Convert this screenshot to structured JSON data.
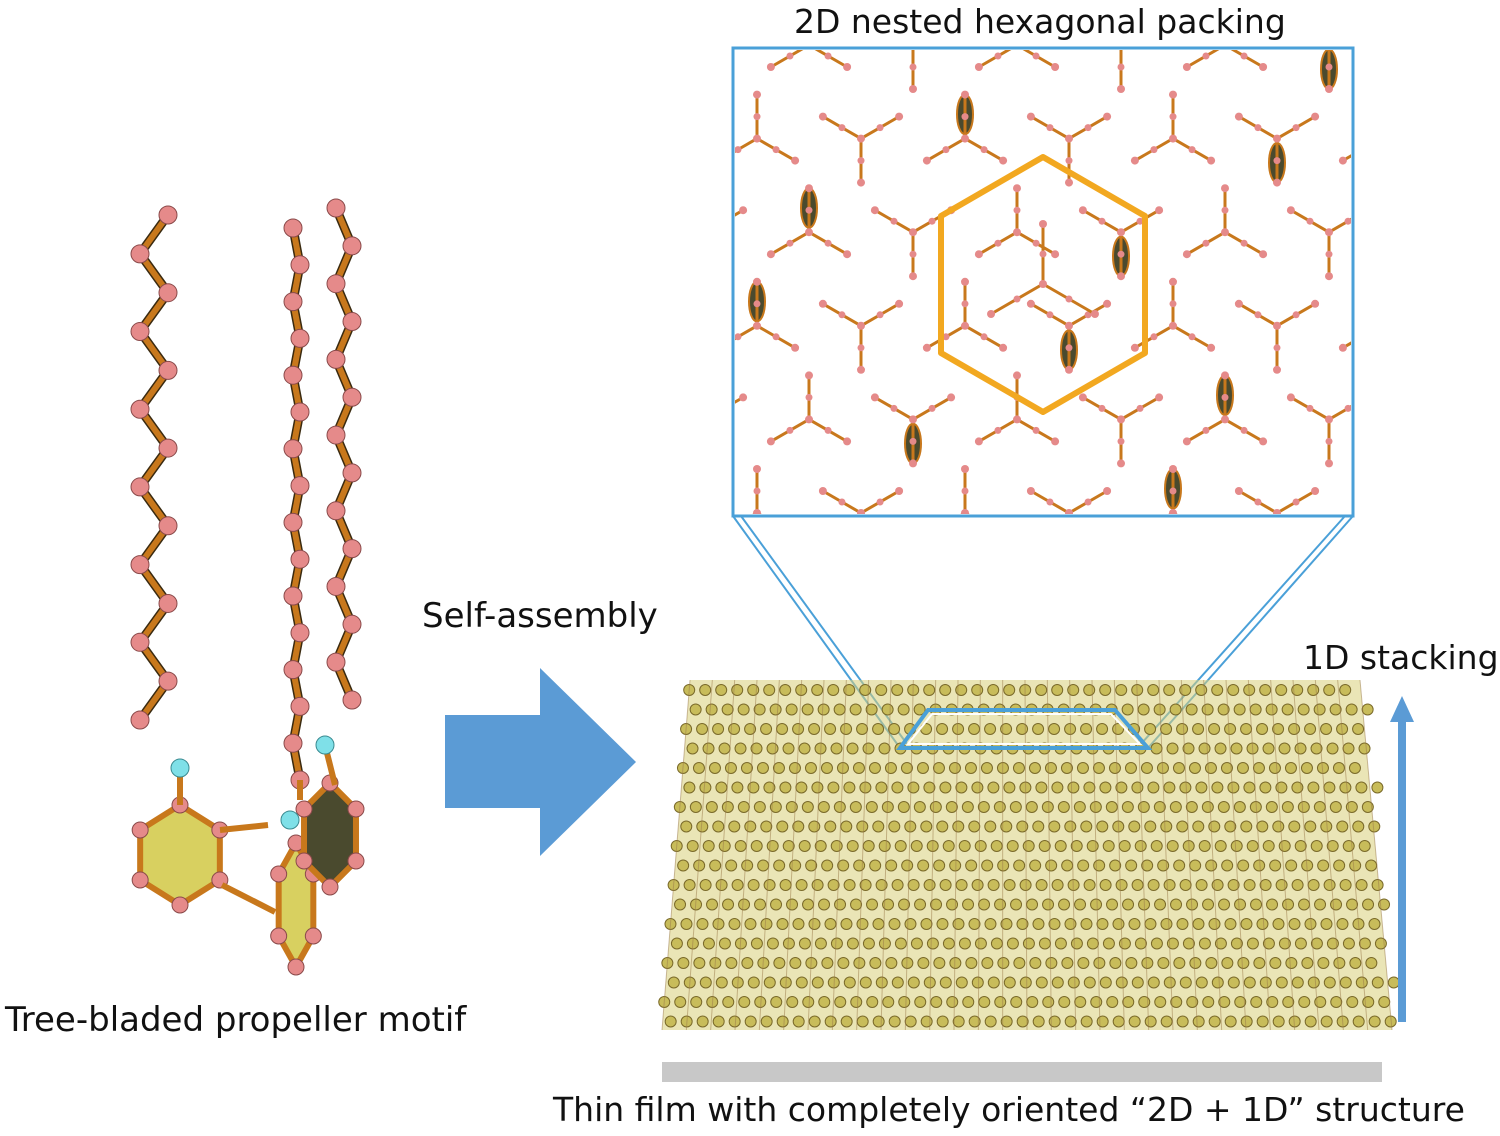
{
  "labels": {
    "top_title": "2D nested hexagonal packing",
    "self_assembly": "Self-assembly",
    "stacking": "1D stacking",
    "motif": "Tree-bladed propeller motif",
    "thin_film": "Thin film with completely oriented “2D + 1D” structure"
  },
  "colors": {
    "bond": "#c8781c",
    "bond_dark": "#3a2a10",
    "atom": "#e58a8a",
    "nitrogen": "#7fe0e8",
    "ring_fill": "#d8d060",
    "ring_dark": "#4a4a2e",
    "hexagon_outline": "#f2a820",
    "zoom_frame": "#4aa0d8",
    "arrow": "#5b9bd5",
    "substrate": "#c8c8c8",
    "film": "#c8bc5a"
  }
}
